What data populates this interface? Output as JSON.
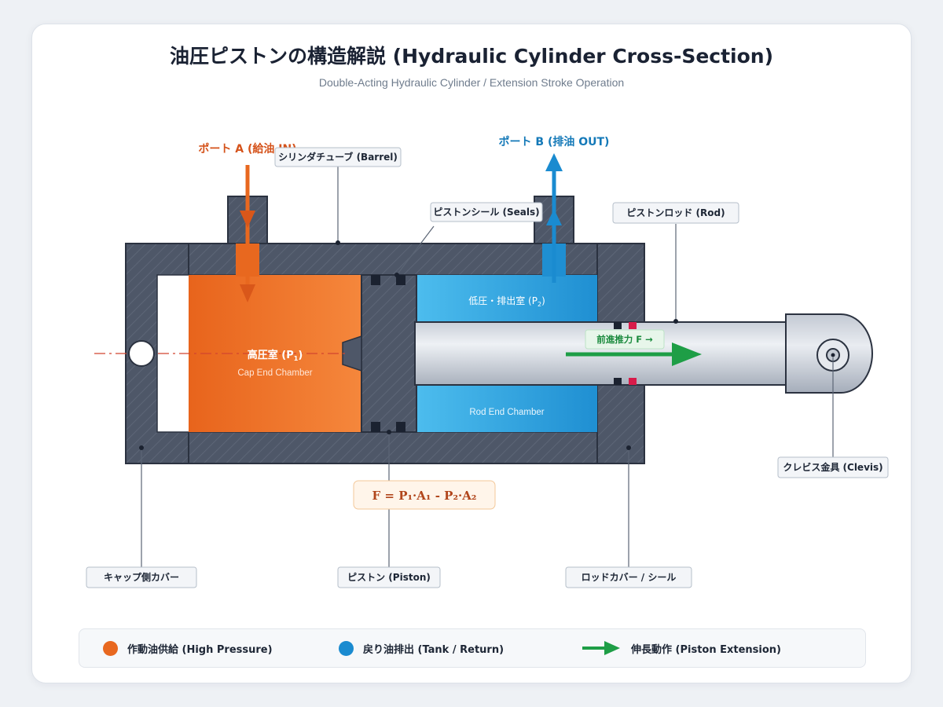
{
  "header": {
    "title": "油圧ピストンの構造解説 (Hydraulic Cylinder Cross-Section)",
    "subtitle": "Double-Acting Hydraulic Cylinder / Extension Stroke Operation"
  },
  "ports": {
    "a": "ポート A (給油 IN)",
    "b": "ポート B (排油 OUT)"
  },
  "callouts": {
    "barrel": "シリンダチューブ (Barrel)",
    "seals": "ピストンシール (Seals)",
    "rod": "ピストンロッド (Rod)",
    "clevis": "クレビス金具 (Clevis)",
    "cap_cover": "キャップ側カバー",
    "piston": "ピストン (Piston)",
    "rod_cover": "ロッドカバー / シール"
  },
  "chambers": {
    "cap_main": "高圧室 (P",
    "cap_sub": "1",
    "cap_close": ")",
    "cap_en": "Cap End Chamber",
    "rod_main": "低圧・排出室 (P",
    "rod_sub": "2",
    "rod_close": ")",
    "rod_en": "Rod End Chamber"
  },
  "thrust_label": "前進推力 F →",
  "formula": "F = P₁·A₁ - P₂·A₂",
  "legend": {
    "supply": "作動油供給 (High Pressure)",
    "return": "戻り油排出 (Tank / Return)",
    "extension": "伸長動作 (Piston Extension)"
  },
  "colors": {
    "high_pressure": "#e8681f",
    "return": "#1a8bd0",
    "extension": "#1e9e46",
    "steel": "#4d5667"
  }
}
